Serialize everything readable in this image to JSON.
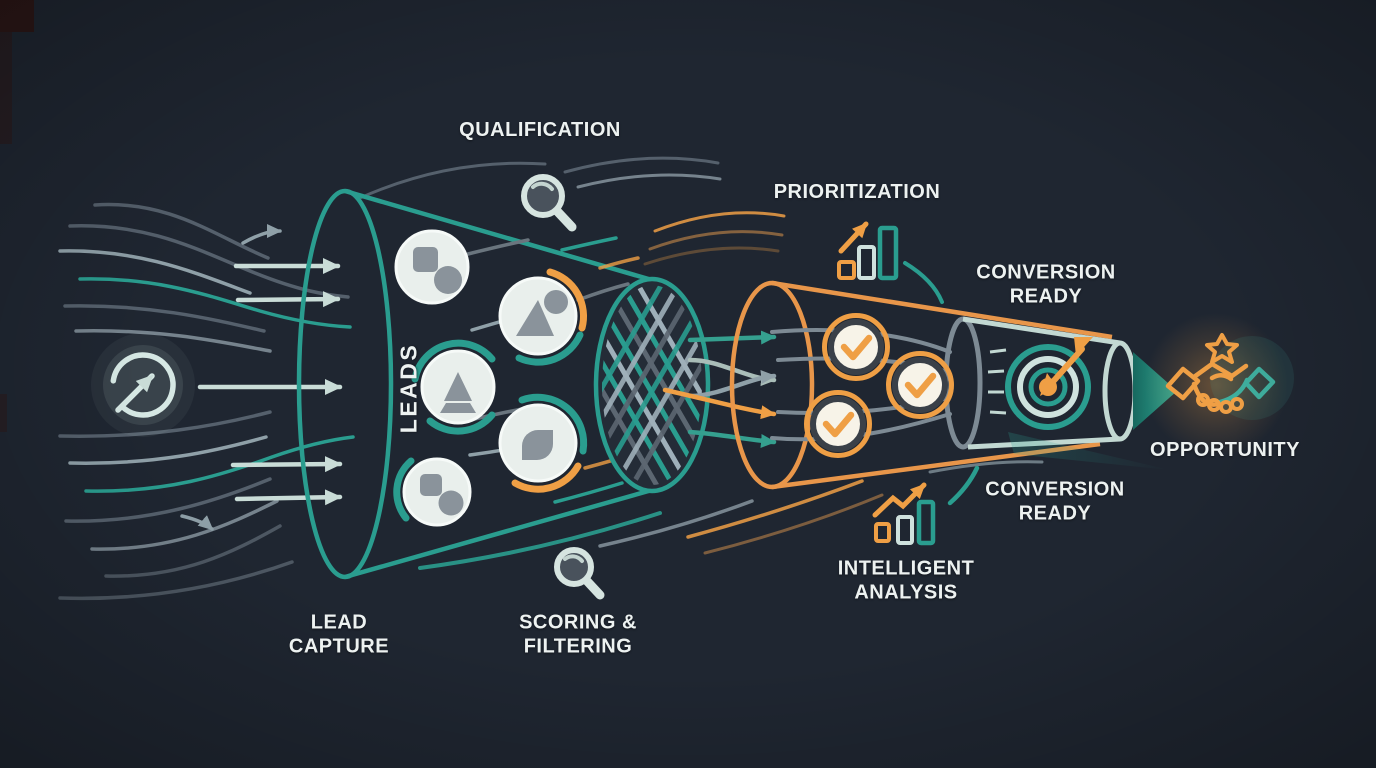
{
  "diagram": {
    "type": "lead-conversion-funnel",
    "background": "#1f2631",
    "colors": {
      "teal": "#2a9d8f",
      "orange": "#ef9f45",
      "pale": "#cfe2dd",
      "gray_line": "#55606c",
      "light_gray_line": "#8fa0a8",
      "cream": "#f7f3e8",
      "glyph_gray": "#8a939b",
      "text": "#edf2f1"
    },
    "stages": {
      "leads": "LEADS",
      "lead_capture": "LEAD\nCAPTURE",
      "qualification": "QUALIFICATION",
      "scoring_filtering": "SCORING &\nFILTERING",
      "prioritization": "PRIORITIZATION",
      "intelligent_analysis": "INTELLIGENT\nANALYSIS",
      "conversion_ready_top": "CONVERSION\nREADY",
      "conversion_ready_bottom": "CONVERSION\nREADY",
      "opportunity": "OPPORTUNITY"
    },
    "icons": {
      "lead_source": "arrow-up-right-circle-icon",
      "qualification": "magnifier-icon",
      "scoring_filtering": "magnifier-icon",
      "mesh": "woven-filter-icon",
      "lead_avatars": [
        "shapes-avatar-icon",
        "person-avatar-icon",
        "triangle-avatar-icon",
        "leaf-avatar-icon",
        "shapes-avatar-icon"
      ],
      "qualified_leads": "check-circle-icon",
      "prioritization": "bar-chart-up-arrow-icon",
      "intelligent_analysis": "bar-chart-trend-arrow-icon",
      "conversion": "target-dart-icon",
      "opportunity": "handshake-icon",
      "opportunity_badge": "star-icon"
    },
    "counts": {
      "lead_avatars": 5,
      "qualified_check_circles": 3,
      "inflow_arrows": 5
    }
  }
}
